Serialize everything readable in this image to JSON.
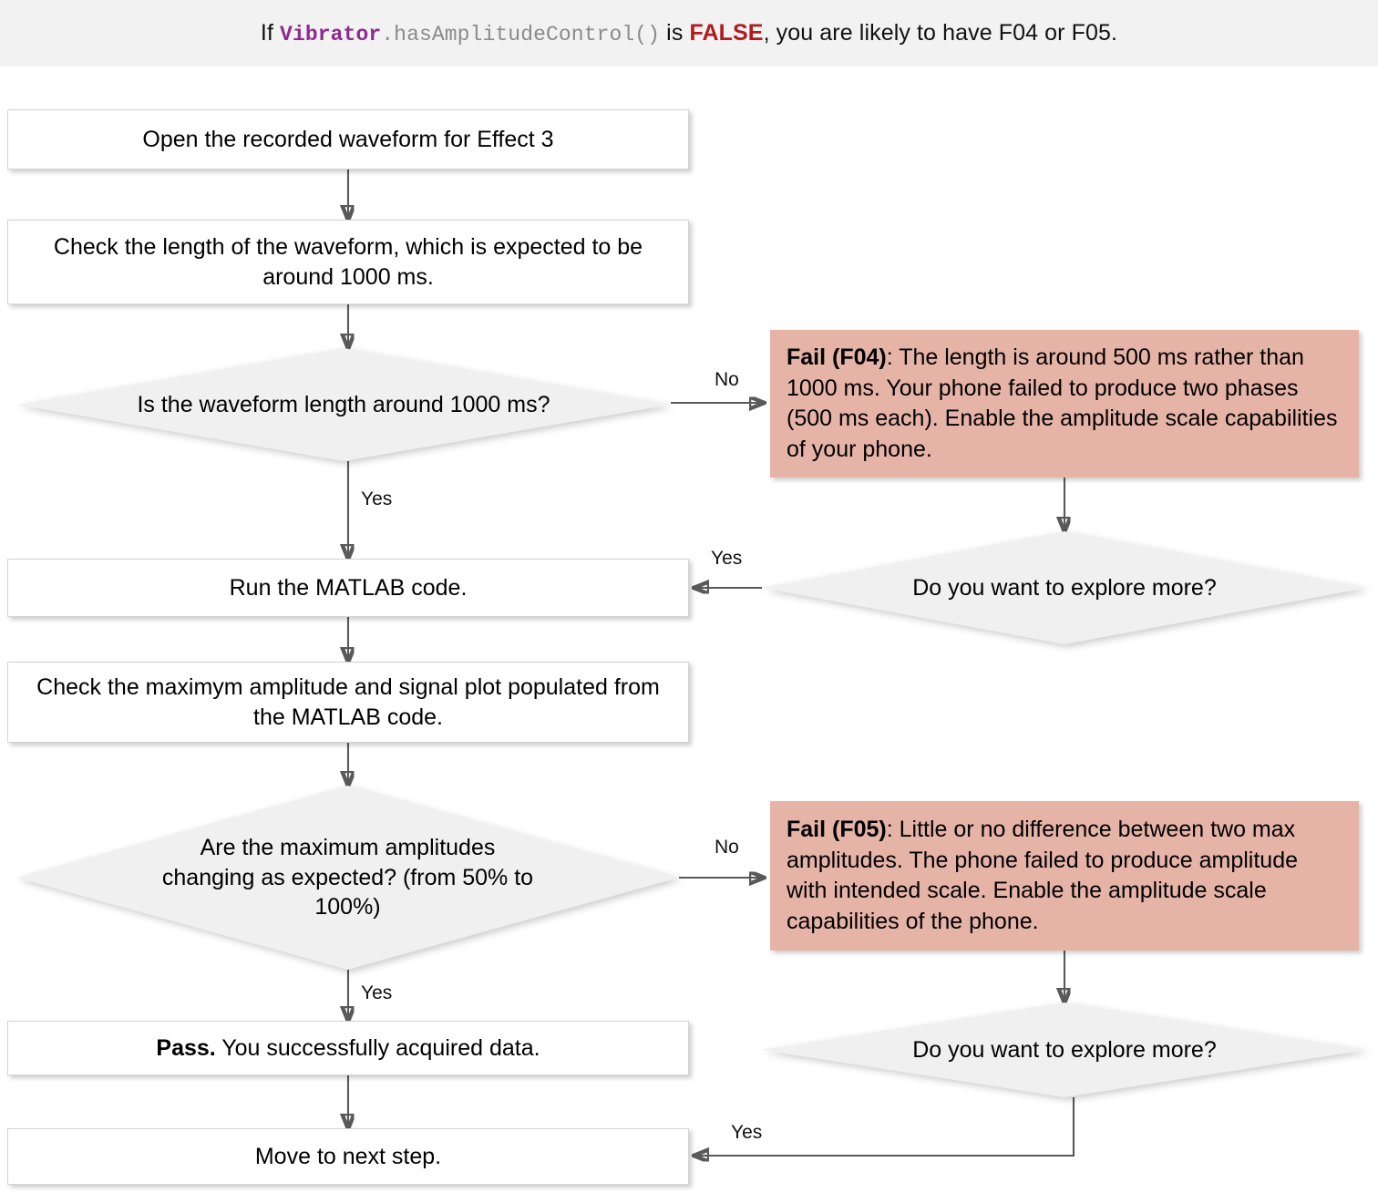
{
  "banner": {
    "prefix": "If ",
    "class_name": "Vibrator",
    "method": ".hasAmplitudeControl()",
    "middle": " is ",
    "keyword": "FALSE",
    "suffix": ", you are likely to have F04 or F05.",
    "background": "#f2f2f2",
    "class_color": "#8e2a8e",
    "method_color": "#8a8a8a",
    "keyword_color": "#b01b1b"
  },
  "colors": {
    "process_fill": "#ffffff",
    "process_border": "#d4d4d4",
    "decision_fill": "#f0f0f0",
    "fail_fill": "#e6b3a7",
    "connector": "#595959",
    "text": "#000000"
  },
  "nodes": {
    "open_waveform": "Open the recorded waveform for Effect 3",
    "check_length": "Check the length of the waveform, which is expected to be around 1000 ms.",
    "decision_length": "Is the waveform length around 1000 ms?",
    "fail_f04_bold": "Fail (F04)",
    "fail_f04_rest": ": The length is around 500 ms rather than 1000 ms. Your phone failed to produce two phases (500 ms each). Enable the amplitude scale capabilities of your phone.",
    "explore_more_top": "Do you want to explore more?",
    "run_matlab": "Run the MATLAB code.",
    "check_amplitude": "Check the maximym amplitude and signal plot populated from the MATLAB code.",
    "decision_amplitude": "Are the maximum amplitudes changing as expected? (from 50% to 100%)",
    "fail_f05_bold": "Fail (F05)",
    "fail_f05_rest": ": Little or no difference between two max amplitudes. The phone failed to produce amplitude with intended scale. Enable the amplitude scale capabilities of the phone.",
    "explore_more_bottom": "Do you want to explore more?",
    "pass_bold": "Pass.",
    "pass_rest": " You successfully acquired data.",
    "move_next": "Move to next step."
  },
  "edge_labels": {
    "no_top": "No",
    "yes_length": "Yes",
    "yes_explore_top": "Yes",
    "no_bottom": "No",
    "yes_amplitude": "Yes",
    "yes_explore_bottom": "Yes"
  }
}
